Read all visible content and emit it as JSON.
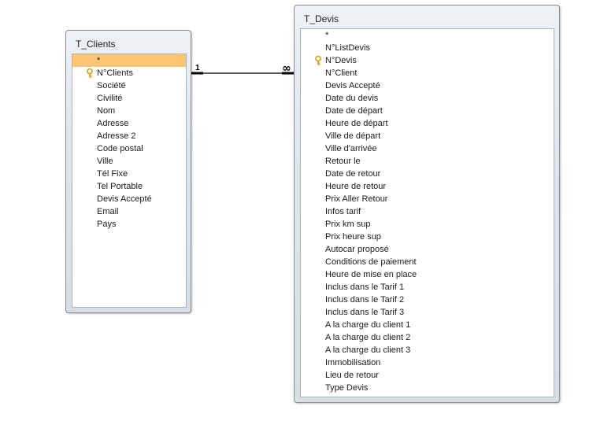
{
  "tables": {
    "clients": {
      "title": "T_Clients",
      "fields": [
        "*",
        "N°Clients",
        "Société",
        "Civilité",
        "Nom",
        "Adresse",
        "Adresse 2",
        "Code postal",
        "Ville",
        "Tél Fixe",
        "Tel Portable",
        "Devis Accepté",
        "Email",
        "Pays"
      ],
      "key_field_index": 1,
      "selected_field_index": 0
    },
    "devis": {
      "title": "T_Devis",
      "fields": [
        "*",
        "N°ListDevis",
        "N°Devis",
        "N°Client",
        "Devis Accepté",
        "Date du devis",
        "Date de départ",
        "Heure de départ",
        "Ville de départ",
        "Ville d'arrivée",
        "Retour le",
        "Date de retour",
        "Heure de retour",
        "Prix Aller Retour",
        "Infos tarif",
        "Prix km sup",
        "Prix heure sup",
        "Autocar proposé",
        "Conditions de paiement",
        "Heure de mise en place",
        "Inclus dans le Tarif 1",
        "Inclus dans le Tarif 2",
        "Inclus dans le Tarif 3",
        "A la charge du client 1",
        "A la charge du client 2",
        "A la charge du client 3",
        "Immobilisation",
        "Lieu de retour",
        "Type Devis"
      ],
      "key_field_index": 2
    }
  },
  "relationship": {
    "one_label": "1",
    "many_label": "∞"
  },
  "colors": {
    "selected_row": "#fcc573",
    "key_icon": "#d9a520"
  },
  "icons": {
    "primary_key": "key-icon"
  }
}
